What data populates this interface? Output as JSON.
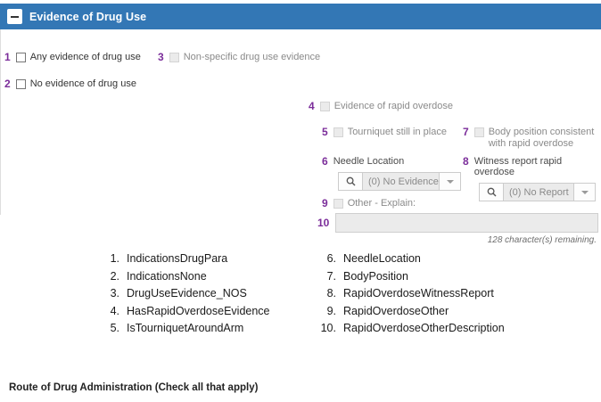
{
  "panel": {
    "title": "Evidence of Drug Use",
    "collapse_icon": "minus-icon"
  },
  "fields": {
    "any_evidence": {
      "number": "1",
      "label": "Any evidence of drug use"
    },
    "no_evidence": {
      "number": "2",
      "label": "No evidence of drug use"
    },
    "non_specific": {
      "number": "3",
      "label": "Non-specific drug use evidence"
    },
    "rapid_overdose": {
      "number": "4",
      "label": "Evidence of rapid overdose"
    },
    "tourniquet": {
      "number": "5",
      "label": "Tourniquet still in place"
    },
    "needle_location": {
      "number": "6",
      "label": "Needle Location",
      "value": "(0) No Evidence",
      "search_icon": "search-icon",
      "dropdown_icon": "chevron-down-icon"
    },
    "body_position": {
      "number": "7",
      "label": "Body position consistent with rapid overdose"
    },
    "witness_report": {
      "number": "8",
      "label": "Witness report rapid overdose",
      "value": "(0) No Report",
      "search_icon": "search-icon",
      "dropdown_icon": "chevron-down-icon"
    },
    "other": {
      "number": "9",
      "label": "Other - Explain:"
    },
    "other_description": {
      "number": "10",
      "value": "",
      "chars_remaining": "128 character(s) remaining."
    }
  },
  "legend": {
    "column_1": [
      {
        "index": "1.",
        "name": "IndicationsDrugPara"
      },
      {
        "index": "2.",
        "name": "IndicationsNone"
      },
      {
        "index": "3.",
        "name": "DrugUseEvidence_NOS"
      },
      {
        "index": "4.",
        "name": "HasRapidOverdoseEvidence"
      },
      {
        "index": "5.",
        "name": "IsTourniquetAroundArm"
      }
    ],
    "column_2": [
      {
        "index": "6.",
        "name": "NeedleLocation"
      },
      {
        "index": "7.",
        "name": "BodyPosition"
      },
      {
        "index": "8.",
        "name": "RapidOverdoseWitnessReport"
      },
      {
        "index": "9.",
        "name": "RapidOverdoseOther"
      },
      {
        "index": "10.",
        "name": "RapidOverdoseOtherDescription"
      }
    ]
  },
  "footer": {
    "heading": "Route of Drug Administration (Check all that apply)"
  },
  "colors": {
    "header_blue": "#3377b5",
    "annotation_purple": "#7b2d9a",
    "disabled_gray": "#ebebeb"
  }
}
